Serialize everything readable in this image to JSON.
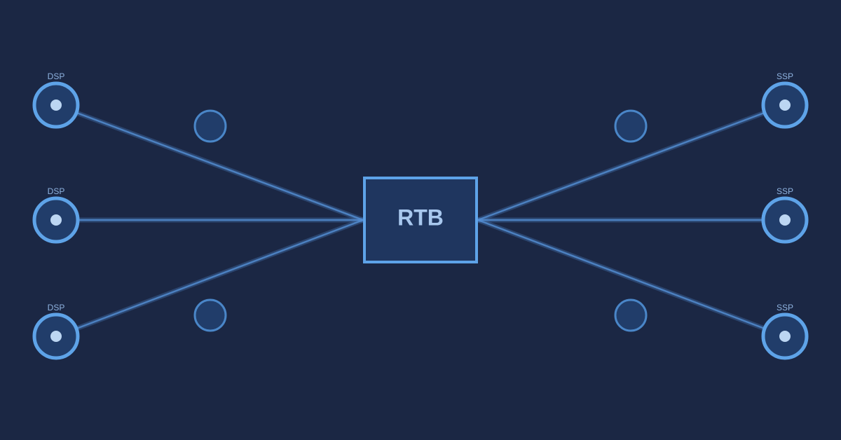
{
  "center": {
    "label": "RTB"
  },
  "left_nodes": [
    {
      "label": "DSP"
    },
    {
      "label": "DSP"
    },
    {
      "label": "DSP"
    }
  ],
  "right_nodes": [
    {
      "label": "SSP"
    },
    {
      "label": "SSP"
    },
    {
      "label": "SSP"
    }
  ],
  "colors": {
    "background": "#1b2744",
    "accent": "#5ea3e8",
    "node_fill": "#213d6a",
    "box_fill": "#1f365f"
  }
}
